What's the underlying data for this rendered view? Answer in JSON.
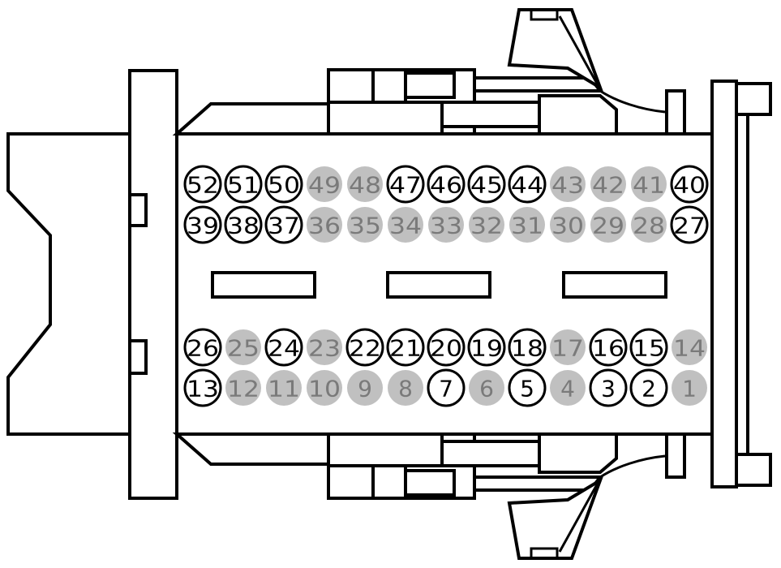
{
  "colors": {
    "outline": "#000000",
    "background": "#ffffff",
    "used_pin_fill": "#ffffff",
    "used_pin_text": "#000000",
    "empty_pin_fill": "#c0c0c0",
    "empty_pin_text": "#7a7a7a"
  },
  "pin_rows": [
    {
      "row": "top-1",
      "pins": [
        {
          "label": "52",
          "state": "used"
        },
        {
          "label": "51",
          "state": "used"
        },
        {
          "label": "50",
          "state": "used"
        },
        {
          "label": "49",
          "state": "empty"
        },
        {
          "label": "48",
          "state": "empty"
        },
        {
          "label": "47",
          "state": "used"
        },
        {
          "label": "46",
          "state": "used"
        },
        {
          "label": "45",
          "state": "used"
        },
        {
          "label": "44",
          "state": "used"
        },
        {
          "label": "43",
          "state": "empty"
        },
        {
          "label": "42",
          "state": "empty"
        },
        {
          "label": "41",
          "state": "empty"
        },
        {
          "label": "40",
          "state": "used"
        }
      ]
    },
    {
      "row": "top-2",
      "pins": [
        {
          "label": "39",
          "state": "used"
        },
        {
          "label": "38",
          "state": "used"
        },
        {
          "label": "37",
          "state": "used"
        },
        {
          "label": "36",
          "state": "empty"
        },
        {
          "label": "35",
          "state": "empty"
        },
        {
          "label": "34",
          "state": "empty"
        },
        {
          "label": "33",
          "state": "empty"
        },
        {
          "label": "32",
          "state": "empty"
        },
        {
          "label": "31",
          "state": "empty"
        },
        {
          "label": "30",
          "state": "empty"
        },
        {
          "label": "29",
          "state": "empty"
        },
        {
          "label": "28",
          "state": "empty"
        },
        {
          "label": "27",
          "state": "used"
        }
      ]
    },
    {
      "row": "bottom-1",
      "pins": [
        {
          "label": "26",
          "state": "used"
        },
        {
          "label": "25",
          "state": "empty"
        },
        {
          "label": "24",
          "state": "used"
        },
        {
          "label": "23",
          "state": "empty"
        },
        {
          "label": "22",
          "state": "used"
        },
        {
          "label": "21",
          "state": "used"
        },
        {
          "label": "20",
          "state": "used"
        },
        {
          "label": "19",
          "state": "used"
        },
        {
          "label": "18",
          "state": "used"
        },
        {
          "label": "17",
          "state": "empty"
        },
        {
          "label": "16",
          "state": "used"
        },
        {
          "label": "15",
          "state": "used"
        },
        {
          "label": "14",
          "state": "empty"
        }
      ]
    },
    {
      "row": "bottom-2",
      "pins": [
        {
          "label": "13",
          "state": "used"
        },
        {
          "label": "12",
          "state": "empty"
        },
        {
          "label": "11",
          "state": "empty"
        },
        {
          "label": "10",
          "state": "empty"
        },
        {
          "label": "9",
          "state": "empty"
        },
        {
          "label": "8",
          "state": "empty"
        },
        {
          "label": "7",
          "state": "used"
        },
        {
          "label": "6",
          "state": "empty"
        },
        {
          "label": "5",
          "state": "used"
        },
        {
          "label": "4",
          "state": "empty"
        },
        {
          "label": "3",
          "state": "used"
        },
        {
          "label": "2",
          "state": "used"
        },
        {
          "label": "1",
          "state": "empty"
        }
      ]
    }
  ]
}
